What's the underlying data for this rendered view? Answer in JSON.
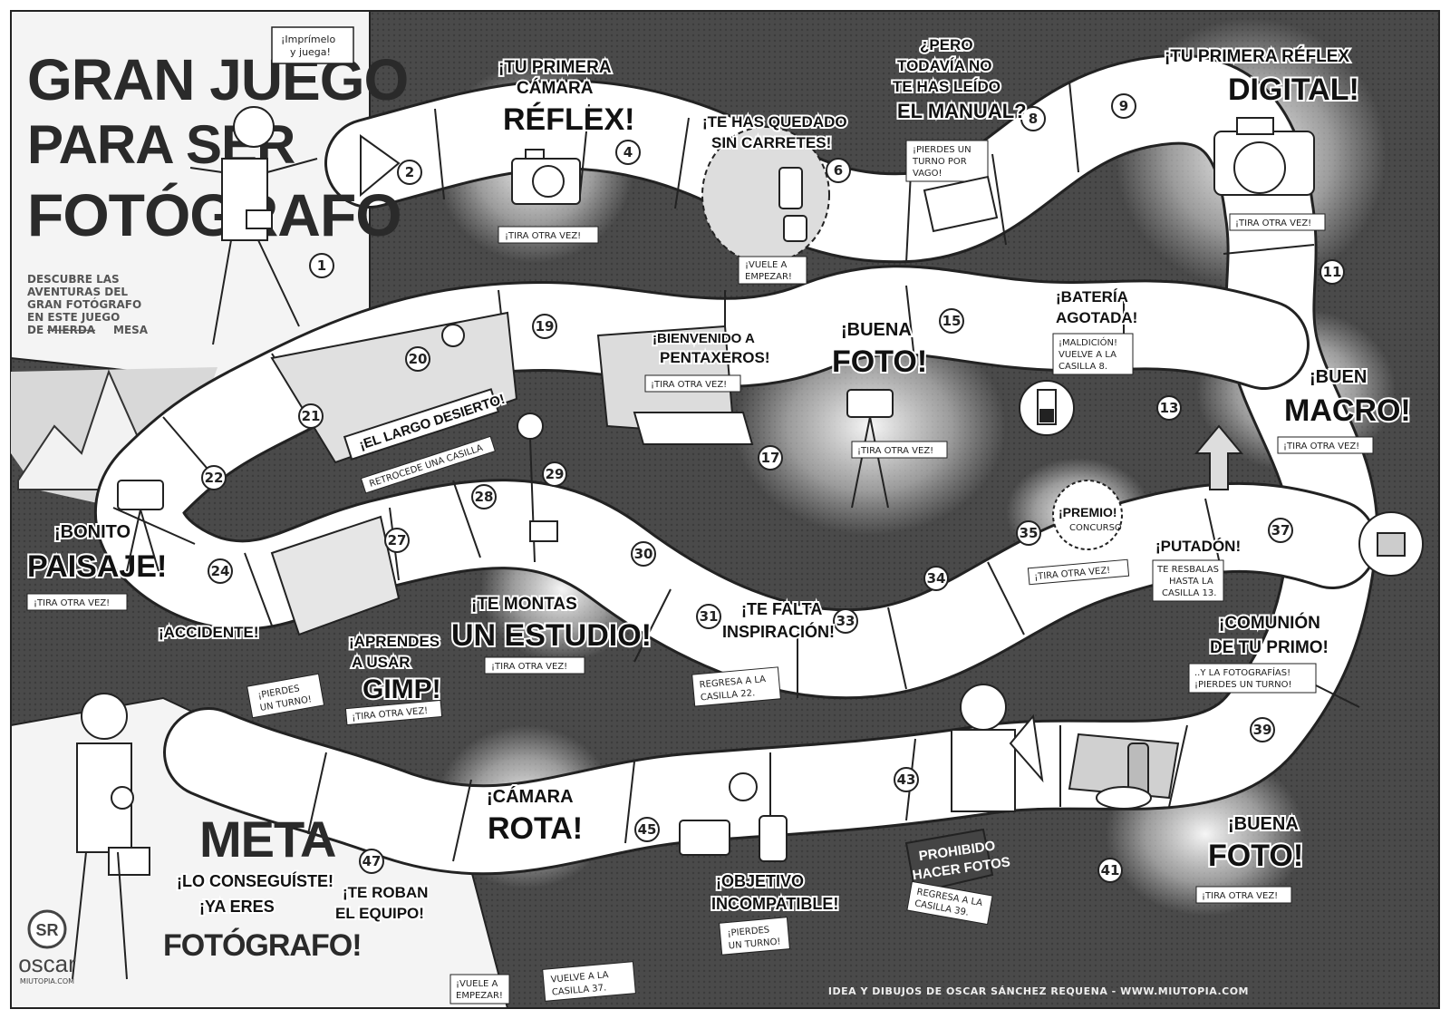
{
  "title": {
    "line1": "GRAN JUEGO",
    "line2": "PARA SER",
    "line3": "FOTÓGRAFO"
  },
  "print_note": {
    "line1": "¡Imprímelo",
    "line2": "y juega!"
  },
  "subtitle": {
    "lines": [
      "DESCUBRE LAS",
      "AVENTURAS DEL",
      "GRAN FOTÓGRAFO",
      "EN ESTE JUEGO"
    ],
    "last_prefix": "DE",
    "struck": "MIERDA",
    "last_suffix": "MESA"
  },
  "squares": {
    "s1": "1",
    "s2": "2",
    "s4": "4",
    "s6": "6",
    "s8": "8",
    "s9": "9",
    "s11": "11",
    "s13": "13",
    "s15": "15",
    "s17": "17",
    "s19": "19",
    "s20": "20",
    "s21": "21",
    "s22": "22",
    "s24": "24",
    "s27": "27",
    "s28": "28",
    "s29": "29",
    "s30": "30",
    "s31": "31",
    "s33": "33",
    "s34": "34",
    "s35": "35",
    "s37": "37",
    "s39": "39",
    "s41": "41",
    "s43": "43",
    "s45": "45",
    "s47": "47"
  },
  "events": {
    "e4": {
      "l1": "¡TU PRIMERA",
      "l2": "CÁMARA",
      "l3": "RÉFLEX!",
      "tag": "¡TIRA OTRA VEZ!"
    },
    "e6": {
      "l1": "¡TE HAS QUEDADO",
      "l2": "SIN CARRETES!",
      "tag1": "¡VUELE A",
      "tag2": "EMPEZAR!"
    },
    "e8": {
      "l1": "¿PERO",
      "l2": "TODAVÍA NO",
      "l3": "TE HAS LEÍDO",
      "l4": "EL MANUAL?",
      "tag1": "¡PIERDES UN",
      "tag2": "TURNO POR",
      "tag3": "VAGO!"
    },
    "e11": {
      "l1": "¡TU PRIMERA RÉFLEX",
      "l2": "DIGITAL!",
      "tag": "¡TIRA OTRA VEZ!"
    },
    "e13": {
      "l1": "¡BUEN",
      "l2": "MACRO!",
      "tag": "¡TIRA OTRA VEZ!"
    },
    "e14": {
      "l1": "¡BATERÍA",
      "l2": "AGOTADA!",
      "tag1": "¡MALDICIÓN!",
      "tag2": "VUELVE A LA",
      "tag3": "CASILLA 8."
    },
    "e16": {
      "l1": "¡BUENA",
      "l2": "FOTO!",
      "tag": "¡TIRA OTRA VEZ!"
    },
    "e18": {
      "l1": "¡BIENVENIDO A",
      "l2": "PENTAXEROS!",
      "tag": "¡TIRA OTRA VEZ!"
    },
    "e21": {
      "l1": "¡EL LARGO DESIERTO!",
      "tag": "RETROCEDE UNA CASILLA"
    },
    "e23": {
      "l1": "¡BONITO",
      "l2": "PAISAJE!",
      "tag": "¡TIRA OTRA VEZ!"
    },
    "e25": {
      "l1": "¡ACCIDENTE!",
      "tag1": "¡PIERDES",
      "tag2": "UN TURNO!"
    },
    "e26": {
      "l1": "¡APRENDES",
      "l2": "A USAR",
      "l3": "GIMP!",
      "tag": "¡TIRA OTRA VEZ!"
    },
    "e29": {
      "l1": "¡TE MONTAS",
      "l2": "UN ESTUDIO!",
      "tag": "¡TIRA OTRA VEZ!"
    },
    "e32": {
      "l1": "¡TE FALTA",
      "l2": "INSPIRACIÓN!",
      "tag1": "REGRESA A LA",
      "tag2": "CASILLA 22."
    },
    "e36": {
      "l1": "¡PREMIO!",
      "l2": "CONCURSO",
      "tag": "¡TIRA OTRA VEZ!"
    },
    "e36b": {
      "l1": "¡PUTADÓN!",
      "tag1": "TE RESBALAS",
      "tag2": "HASTA LA",
      "tag3": "CASILLA 13."
    },
    "e38": {
      "l1": "¡COMUNIÓN",
      "l2": "DE TU PRIMO!",
      "tag1": "..Y LA FOTOGRAFÍAS!",
      "tag2": "¡PIERDES UN TURNO!"
    },
    "e40": {
      "l1": "¡BUENA",
      "l2": "FOTO!",
      "tag": "¡TIRA OTRA VEZ!"
    },
    "e42": {
      "l1": "PROHIBIDO",
      "l2": "HACER FOTOS",
      "tag1": "REGRESA A LA",
      "tag2": "CASILLA 39."
    },
    "e44": {
      "l1": "¡OBJETIVO",
      "l2": "INCOMPATIBLE!",
      "tag1": "¡PIERDES",
      "tag2": "UN TURNO!"
    },
    "e46": {
      "l1": "¡CÁMARA",
      "l2": "ROTA!",
      "tag1": "VUELVE A LA",
      "tag2": "CASILLA 37."
    },
    "e48": {
      "l1": "¡TE ROBAN",
      "l2": "EL EQUIPO!",
      "tag1": "¡VUELE A",
      "tag2": "EMPEZAR!"
    }
  },
  "meta": {
    "title": "META",
    "l1": "¡LO CONSEGUÍSTE!",
    "l2": "¡YA ERES",
    "l3": "FOTÓGRAFO!"
  },
  "logo": {
    "mark": "SR",
    "name": "oscar",
    "site": "MIUTOPIA.COM"
  },
  "credit": "IDEA Y DIBUJOS DE OSCAR SÁNCHEZ REQUENA - WWW.MIUTOPIA.COM",
  "colors": {
    "board": "#4a4a4a",
    "path": "#ffffff",
    "ink": "#222222",
    "panel": "#efefef"
  }
}
